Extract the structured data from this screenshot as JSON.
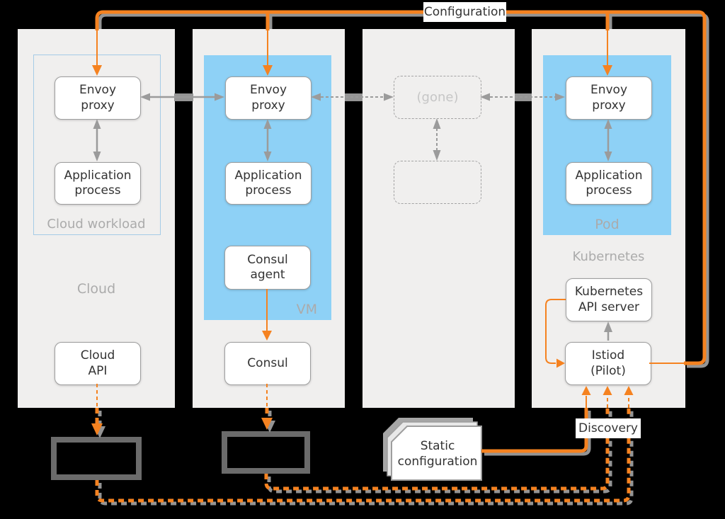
{
  "colors": {
    "orange": "#F58220",
    "shadow": "#949494",
    "gray": "#9B9B9B",
    "panel": "#F0EFEE",
    "blue": "#8ED1F6",
    "node-border": "#9E9E9E",
    "dark-border": "#6B6B6B",
    "text": "#333333",
    "muted": "#ABABAB",
    "ghost": "#C6C6C6",
    "workload-border": "#A5CBE6",
    "label-bg": "#FFFFFF"
  },
  "labels": {
    "configuration": "Configuration",
    "discovery": "Discovery"
  },
  "panels": {
    "cloud": {
      "name": "Cloud",
      "workload": "Cloud workload"
    },
    "vm": {
      "name": "VM"
    },
    "kubernetes": {
      "name": "Kubernetes",
      "pod": "Pod"
    }
  },
  "nodes": {
    "envoy1": [
      "Envoy",
      "proxy"
    ],
    "app1": [
      "Application",
      "process"
    ],
    "cloud_api": [
      "Cloud",
      "API"
    ],
    "envoy2": [
      "Envoy",
      "proxy"
    ],
    "app2": [
      "Application",
      "process"
    ],
    "consul_agent": [
      "Consul",
      "agent"
    ],
    "consul": [
      "Consul"
    ],
    "gone": [
      "(gone)"
    ],
    "envoy3": [
      "Envoy",
      "proxy"
    ],
    "app3": [
      "Application",
      "process"
    ],
    "k8s_api": [
      "Kubernetes",
      "API server"
    ],
    "istiod": [
      "Istiod",
      "(Pilot)"
    ],
    "static_config": [
      "Static",
      "configuration"
    ]
  }
}
